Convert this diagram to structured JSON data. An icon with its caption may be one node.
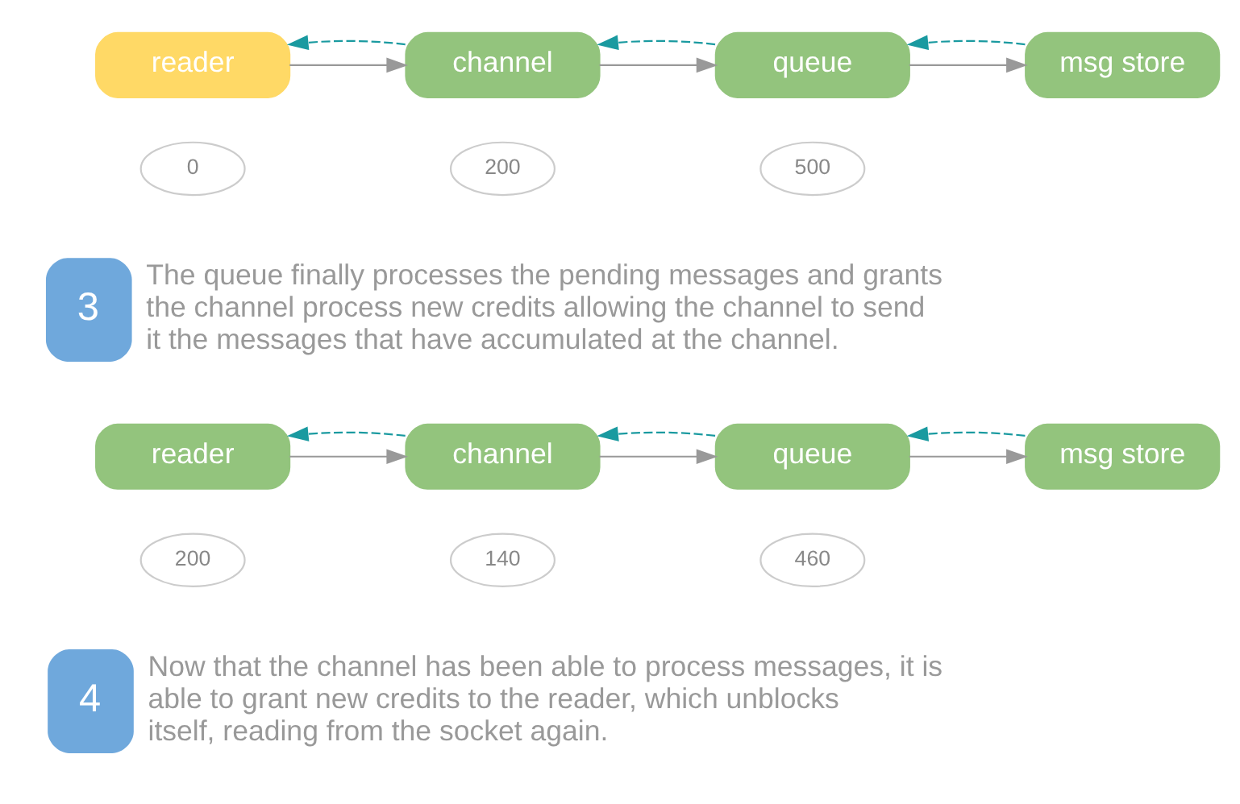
{
  "diagram": {
    "nodes": [
      {
        "text": [
          "reader"
        ]
      },
      {
        "text": [
          "channel"
        ]
      },
      {
        "text": [
          "queue"
        ]
      },
      {
        "text": [
          "msg store"
        ]
      },
      {
        "text": [
          "0"
        ]
      },
      {
        "text": [
          "200"
        ]
      },
      {
        "text": [
          "500"
        ]
      },
      {
        "text": [
          "3"
        ],
        "beside": [
          "The queue finally processes the pending messages and grants the channel process new credits allowing the channel to send it the messages that have accumulated at the channel."
        ]
      },
      {
        "text": [
          "reader"
        ]
      },
      {
        "text": [
          "channel"
        ]
      },
      {
        "text": [
          "queue"
        ]
      },
      {
        "text": [
          "msg store"
        ]
      },
      {
        "text": [
          "200"
        ]
      },
      {
        "text": [
          "140"
        ]
      },
      {
        "text": [
          "460"
        ]
      },
      {
        "text": [
          "4"
        ],
        "beside": [
          "Now that the channel has been able to process messages, it is able to grant new credits to the reader, which unblocks itself, reading from the socket again."
        ]
      }
    ],
    "edges": [
      {
        "from": 0,
        "to": 1,
        "arrow": "to"
      },
      {
        "from": 1,
        "to": 2,
        "arrow": "to"
      },
      {
        "from": 2,
        "to": 3,
        "arrow": "to"
      },
      {
        "from": 1,
        "to": 0,
        "arrow": "to",
        "style": "dashed",
        "color": "#1a9aa0"
      },
      {
        "from": 2,
        "to": 1,
        "arrow": "to",
        "style": "dashed",
        "color": "#1a9aa0"
      },
      {
        "from": 3,
        "to": 2,
        "arrow": "to",
        "style": "dashed",
        "color": "#1a9aa0"
      },
      {
        "from": 8,
        "to": 9,
        "arrow": "to"
      },
      {
        "from": 9,
        "to": 10,
        "arrow": "to"
      },
      {
        "from": 10,
        "to": 11,
        "arrow": "to"
      },
      {
        "from": 9,
        "to": 8,
        "arrow": "to",
        "style": "dashed",
        "color": "#1a9aa0"
      },
      {
        "from": 10,
        "to": 9,
        "arrow": "to",
        "style": "dashed",
        "color": "#1a9aa0"
      },
      {
        "from": 11,
        "to": 10,
        "arrow": "to",
        "style": "dashed",
        "color": "#1a9aa0"
      }
    ]
  }
}
